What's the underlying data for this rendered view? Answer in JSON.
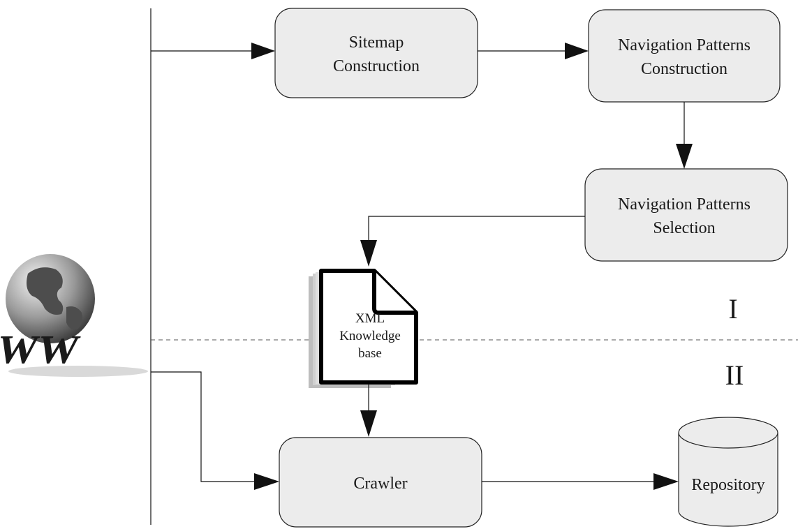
{
  "nodes": {
    "sitemap": [
      "Sitemap",
      "Construction"
    ],
    "nav_construction": [
      "Navigation Patterns",
      "Construction"
    ],
    "nav_selection": [
      "Navigation Patterns",
      "Selection"
    ],
    "knowledge_base": [
      "XML",
      "Knowledge",
      "base"
    ],
    "crawler": "Crawler",
    "repository": "Repository"
  },
  "web_icon_text": "WWW",
  "phases": {
    "phase_1": "I",
    "phase_2": "II"
  }
}
